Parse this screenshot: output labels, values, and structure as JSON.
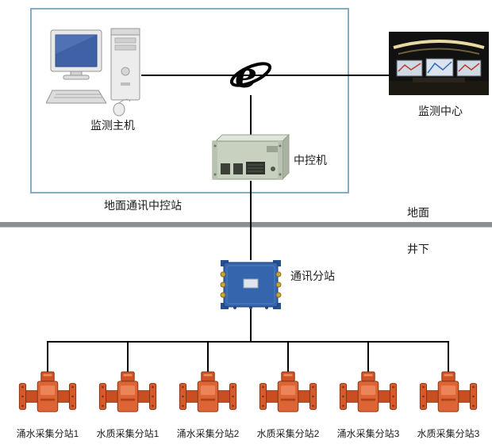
{
  "nodes": {
    "monitor_host": "监测主机",
    "monitor_center": "监测中心",
    "control_machine": "中控机",
    "ground_station": "地面通讯中控站",
    "comm_substation": "通讯分站"
  },
  "zones": {
    "surface": "地面",
    "underground": "井下"
  },
  "devices": [
    {
      "label": "涌水采集分站1"
    },
    {
      "label": "水质采集分站1"
    },
    {
      "label": "涌水采集分站2"
    },
    {
      "label": "水质采集分站2"
    },
    {
      "label": "涌水采集分站3"
    },
    {
      "label": "水质采集分站3"
    }
  ],
  "icons": {
    "internet": "internet-e-icon",
    "host": "computer-workstation-icon",
    "center": "control-room-photo",
    "control": "industrial-pc-chassis-icon",
    "substation": "mine-junction-box-icon",
    "collector": "orange-collector-icon"
  },
  "colors": {
    "boundary_border": "#7fafc8",
    "divider_gray": "#8a8f94",
    "connector_black": "#000000",
    "device_orange": "#d65a2c",
    "substation_blue": "#3465ad"
  }
}
